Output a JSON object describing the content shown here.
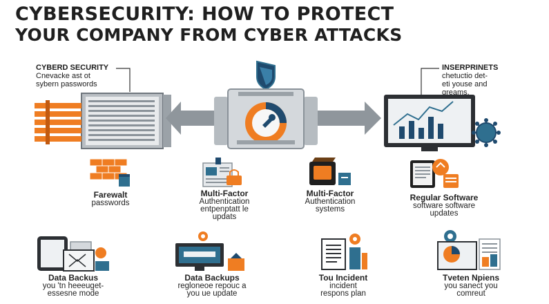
{
  "title": {
    "line1": "CYBERSECURITY: HOW TO PROTECT",
    "line2": "YOUR COMPANY FROM CYBER ATTACKS"
  },
  "left_callout": {
    "heading": "CYBERD SECURITY",
    "line1": "Cnevacke ast ot",
    "line2": "sybern passwords"
  },
  "right_callout": {
    "heading": "INSERPRINETS",
    "line1": "chetuctio det-",
    "line2": "eti youse and",
    "line3": "greams."
  },
  "row1": [
    {
      "title": "Farewalt",
      "lines": [
        "passwords"
      ]
    },
    {
      "title": "Multi-Factor",
      "lines": [
        "Authentication",
        "entpenptatt le",
        "updats"
      ]
    },
    {
      "title": "Multi-Factor",
      "lines": [
        "Authentication",
        "systems"
      ]
    },
    {
      "title": "Regular Software",
      "lines": [
        "software software",
        "updates"
      ]
    }
  ],
  "row2": [
    {
      "title": "Data Backus",
      "lines": [
        "you 'tn heeeuget-",
        "essesne mode"
      ]
    },
    {
      "title": "Data Backups",
      "lines": [
        "regloneoe repouc a",
        "you ue update"
      ]
    },
    {
      "title": "Tou Incident",
      "lines": [
        "incident",
        "respons plan"
      ]
    },
    {
      "title": "Tveten Npiens",
      "lines": [
        "you sanect you",
        "comreut"
      ]
    }
  ],
  "colors": {
    "orange": "#ef7d22",
    "navy": "#1f4a6e",
    "teal": "#2f6f8f",
    "gray": "#c9cdd1",
    "dark": "#1f1f1f"
  },
  "icons": [
    "shield-icon",
    "firewall-server-icon",
    "central-server-icon",
    "gear-wrench-icon",
    "monitor-chart-icon",
    "virus-icon",
    "brick-wall-icon",
    "document-lock-icon",
    "locked-box-icon",
    "update-doc-icon",
    "tablet-backup-icon",
    "backup-monitor-icon",
    "incident-plan-icon",
    "training-charts-icon"
  ]
}
